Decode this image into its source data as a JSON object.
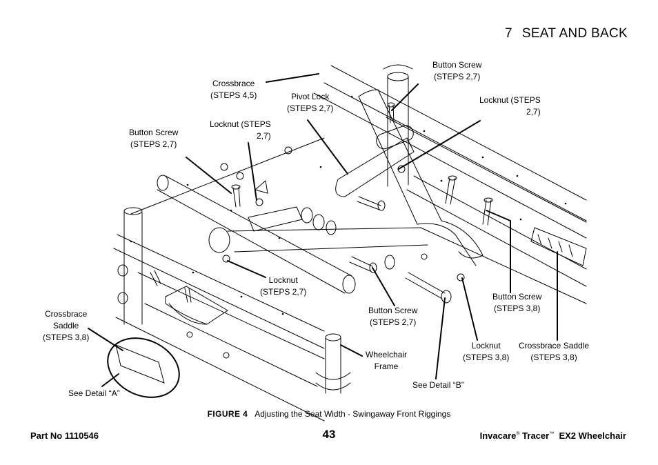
{
  "header": {
    "section_number": "7",
    "section_title": "SEAT AND BACK"
  },
  "callouts": {
    "crossbrace": [
      "Crossbrace",
      "(STEPS 4,5)"
    ],
    "pivot_lock": [
      "Pivot Lock",
      "(STEPS 2,7)"
    ],
    "button_screw_top": [
      "Button Screw",
      "(STEPS 2,7)"
    ],
    "locknut_top_right": [
      "Locknut (STEPS",
      "2,7)"
    ],
    "button_screw_left": [
      "Button Screw",
      "(STEPS 2,7)"
    ],
    "locknut_top_left": [
      "Locknut (STEPS",
      "2,7)"
    ],
    "locknut_middle": [
      "Locknut",
      "(STEPS 2,7)"
    ],
    "crossbrace_saddle_left": [
      "Crossbrace",
      "Saddle",
      "(STEPS 3,8)"
    ],
    "button_screw_bottom": [
      "Button Screw",
      "(STEPS 2,7)"
    ],
    "wheelchair_frame": [
      "Wheelchair",
      "Frame"
    ],
    "button_screw_right": [
      "Button Screw",
      "(STEPS 3,8)"
    ],
    "locknut_bottom": [
      "Locknut",
      "(STEPS 3,8)"
    ],
    "crossbrace_saddle_right": [
      "Crossbrace Saddle",
      "(STEPS 3,8)"
    ],
    "see_detail_a": [
      "See Detail “A”"
    ],
    "see_detail_b": [
      "See Detail “B”"
    ]
  },
  "figure": {
    "label": "FIGURE 4",
    "caption": "Adjusting the Seat Width - Swingaway Front Riggings"
  },
  "footer": {
    "part_number": "Part No 1110546",
    "page_number": "43",
    "product_brand": "Invacare",
    "registered_mark": "®",
    "product_name": "Tracer",
    "trademark": "™",
    "product_model": "EX2 Wheelchair"
  }
}
